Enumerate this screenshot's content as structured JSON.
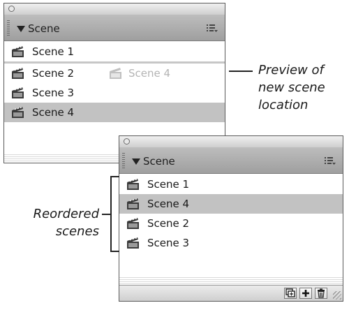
{
  "panel_before": {
    "header_title": "Scene",
    "scenes": [
      "Scene 1",
      "Scene 2",
      "Scene 3",
      "Scene 4"
    ],
    "selected": "Scene 4",
    "drag_ghost_label": "Scene 4"
  },
  "panel_after": {
    "header_title": "Scene",
    "scenes": [
      "Scene 1",
      "Scene 4",
      "Scene 2",
      "Scene 3"
    ],
    "selected": "Scene 4"
  },
  "annotations": {
    "preview": [
      "Preview of",
      "new scene",
      "location"
    ],
    "reordered": [
      "Reordered",
      "scenes"
    ]
  },
  "icons": {
    "collapse": "triangle-down-icon",
    "panel_menu": "list-menu-icon",
    "scene": "clapperboard-icon",
    "duplicate": "duplicate-scene-icon",
    "add": "plus-icon",
    "delete": "trash-icon"
  },
  "colors": {
    "header": "#a8a8a8",
    "selected_row": "#c2c2c2",
    "ghost_text": "#b4b4b4"
  }
}
